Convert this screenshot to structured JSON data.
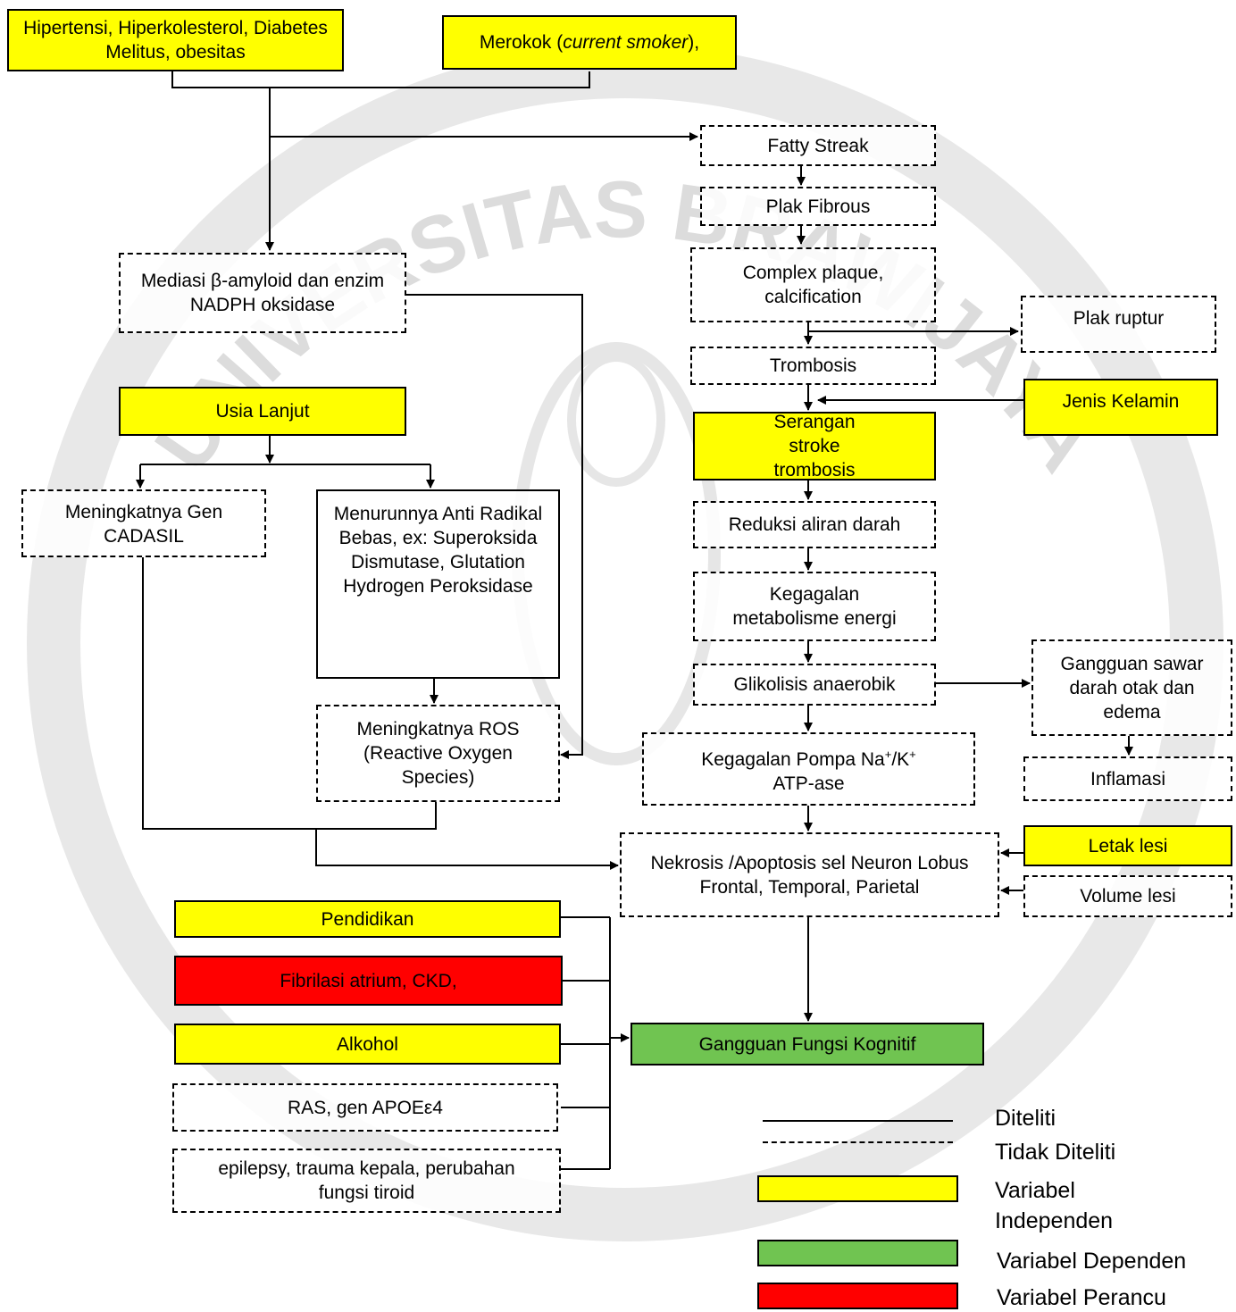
{
  "watermark": "UNIVERSITAS BRAWIJAYA",
  "colors": {
    "yellow": "#ffff00",
    "red": "#ff0000",
    "green": "#70c451"
  },
  "boxes": {
    "hipertensi": "Hipertensi, Hiperkolesterol, Diabetes Melitus, obesitas",
    "merokok_pre": "Merokok (",
    "merokok_em": "current smoker",
    "merokok_post": "),",
    "fatty_streak": "Fatty Streak",
    "plak_fibrous": "Plak Fibrous",
    "complex_plaque": "Complex plaque, calcification",
    "plak_ruptur": "Plak ruptur",
    "trombosis": "Trombosis",
    "jenis_kelamin": "Jenis Kelamin",
    "serangan_stroke": "Serangan stroke trombosis",
    "reduksi_aliran": "Reduksi aliran darah",
    "kegagalan_metabolisme": "Kegagalan metabolisme energi",
    "glikolisis": "Glikolisis anaerobik",
    "gangguan_sawar": "Gangguan sawar darah otak dan edema",
    "inflamasi": "Inflamasi",
    "pompa_line1": "Kegagalan Pompa Na+/K+",
    "pompa_line2": "ATP-ase",
    "mediasi": "Mediasi β-amyloid dan enzim NADPH oksidase",
    "usia_lanjut": "Usia Lanjut",
    "gen_cadasil": "Meningkatnya Gen CADASIL",
    "anti_radikal": "Menurunnya Anti Radikal Bebas, ex: Superoksida Dismutase, Glutation Hydrogen Peroksidase",
    "ros": "Meningkatnya ROS (Reactive Oxygen Species)",
    "nekrosis": "Nekrosis /Apoptosis sel Neuron Lobus Frontal, Temporal, Parietal",
    "letak_lesi": "Letak lesi",
    "volume_lesi": "Volume lesi",
    "pendidikan": "Pendidikan",
    "fibrilasi": "Fibrilasi atrium, CKD,",
    "alkohol": "Alkohol",
    "ras_apoe": "RAS, gen APOEε4",
    "epilepsy": "epilepsy, trauma kepala, perubahan fungsi tiroid",
    "gangguan_kognitif": "Gangguan Fungsi Kognitif"
  },
  "legend": {
    "diteliti": "Diteliti",
    "tidak_diteliti": "Tidak Diteliti",
    "independen": "Variabel Independen",
    "dependen": "Variabel Dependen",
    "perancu": "Variabel Perancu"
  }
}
